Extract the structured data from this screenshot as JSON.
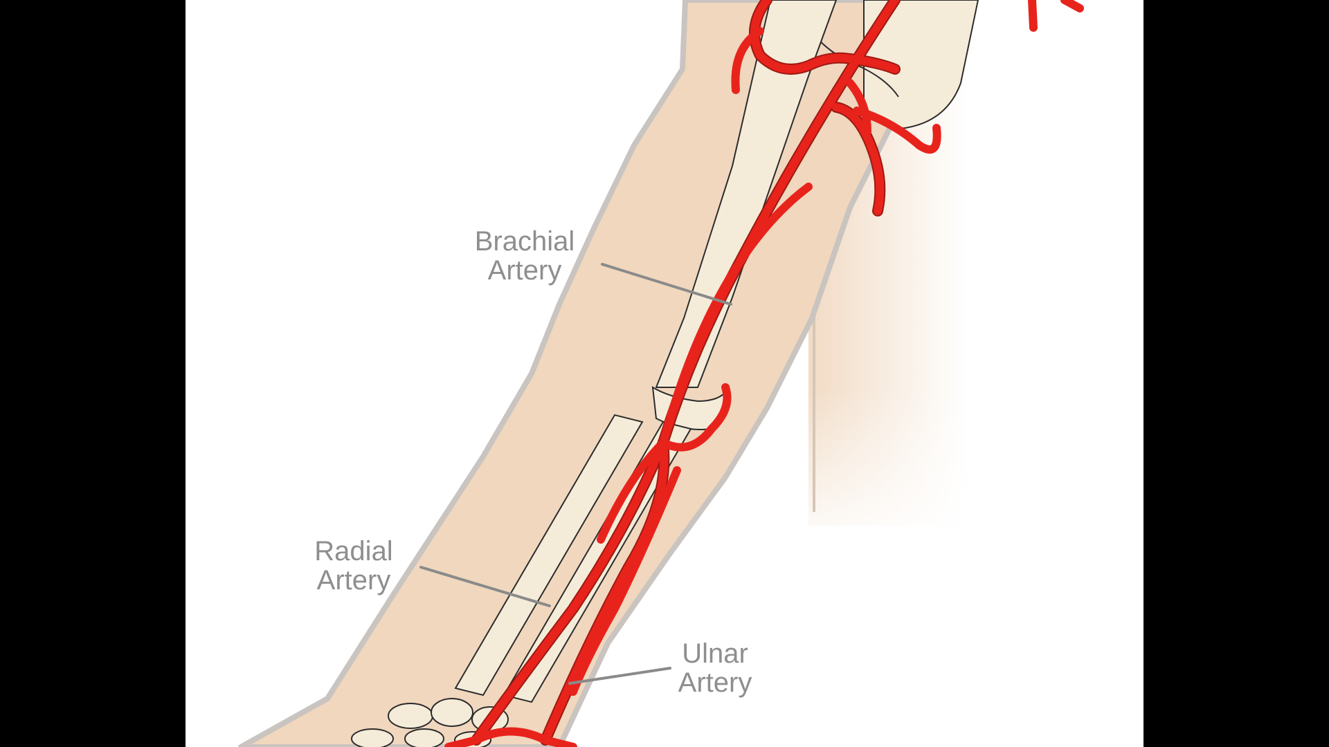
{
  "labels": {
    "brachial": {
      "line1": "Brachial",
      "line2": "Artery"
    },
    "radial": {
      "line1": "Radial",
      "line2": "Artery"
    },
    "ulnar": {
      "line1": "Ulnar",
      "line2": "Artery"
    }
  },
  "colors": {
    "background": "#ffffff",
    "letterbox": "#000000",
    "skin": "#f0d7be",
    "skin_outline": "#c9c4bf",
    "bone": "#f4ecd9",
    "bone_outline": "#2b2b2b",
    "artery": "#e8231c",
    "artery_outline": "#9c1a12",
    "label_text": "#8e8e8e",
    "leader_line": "#8a8a8a"
  }
}
